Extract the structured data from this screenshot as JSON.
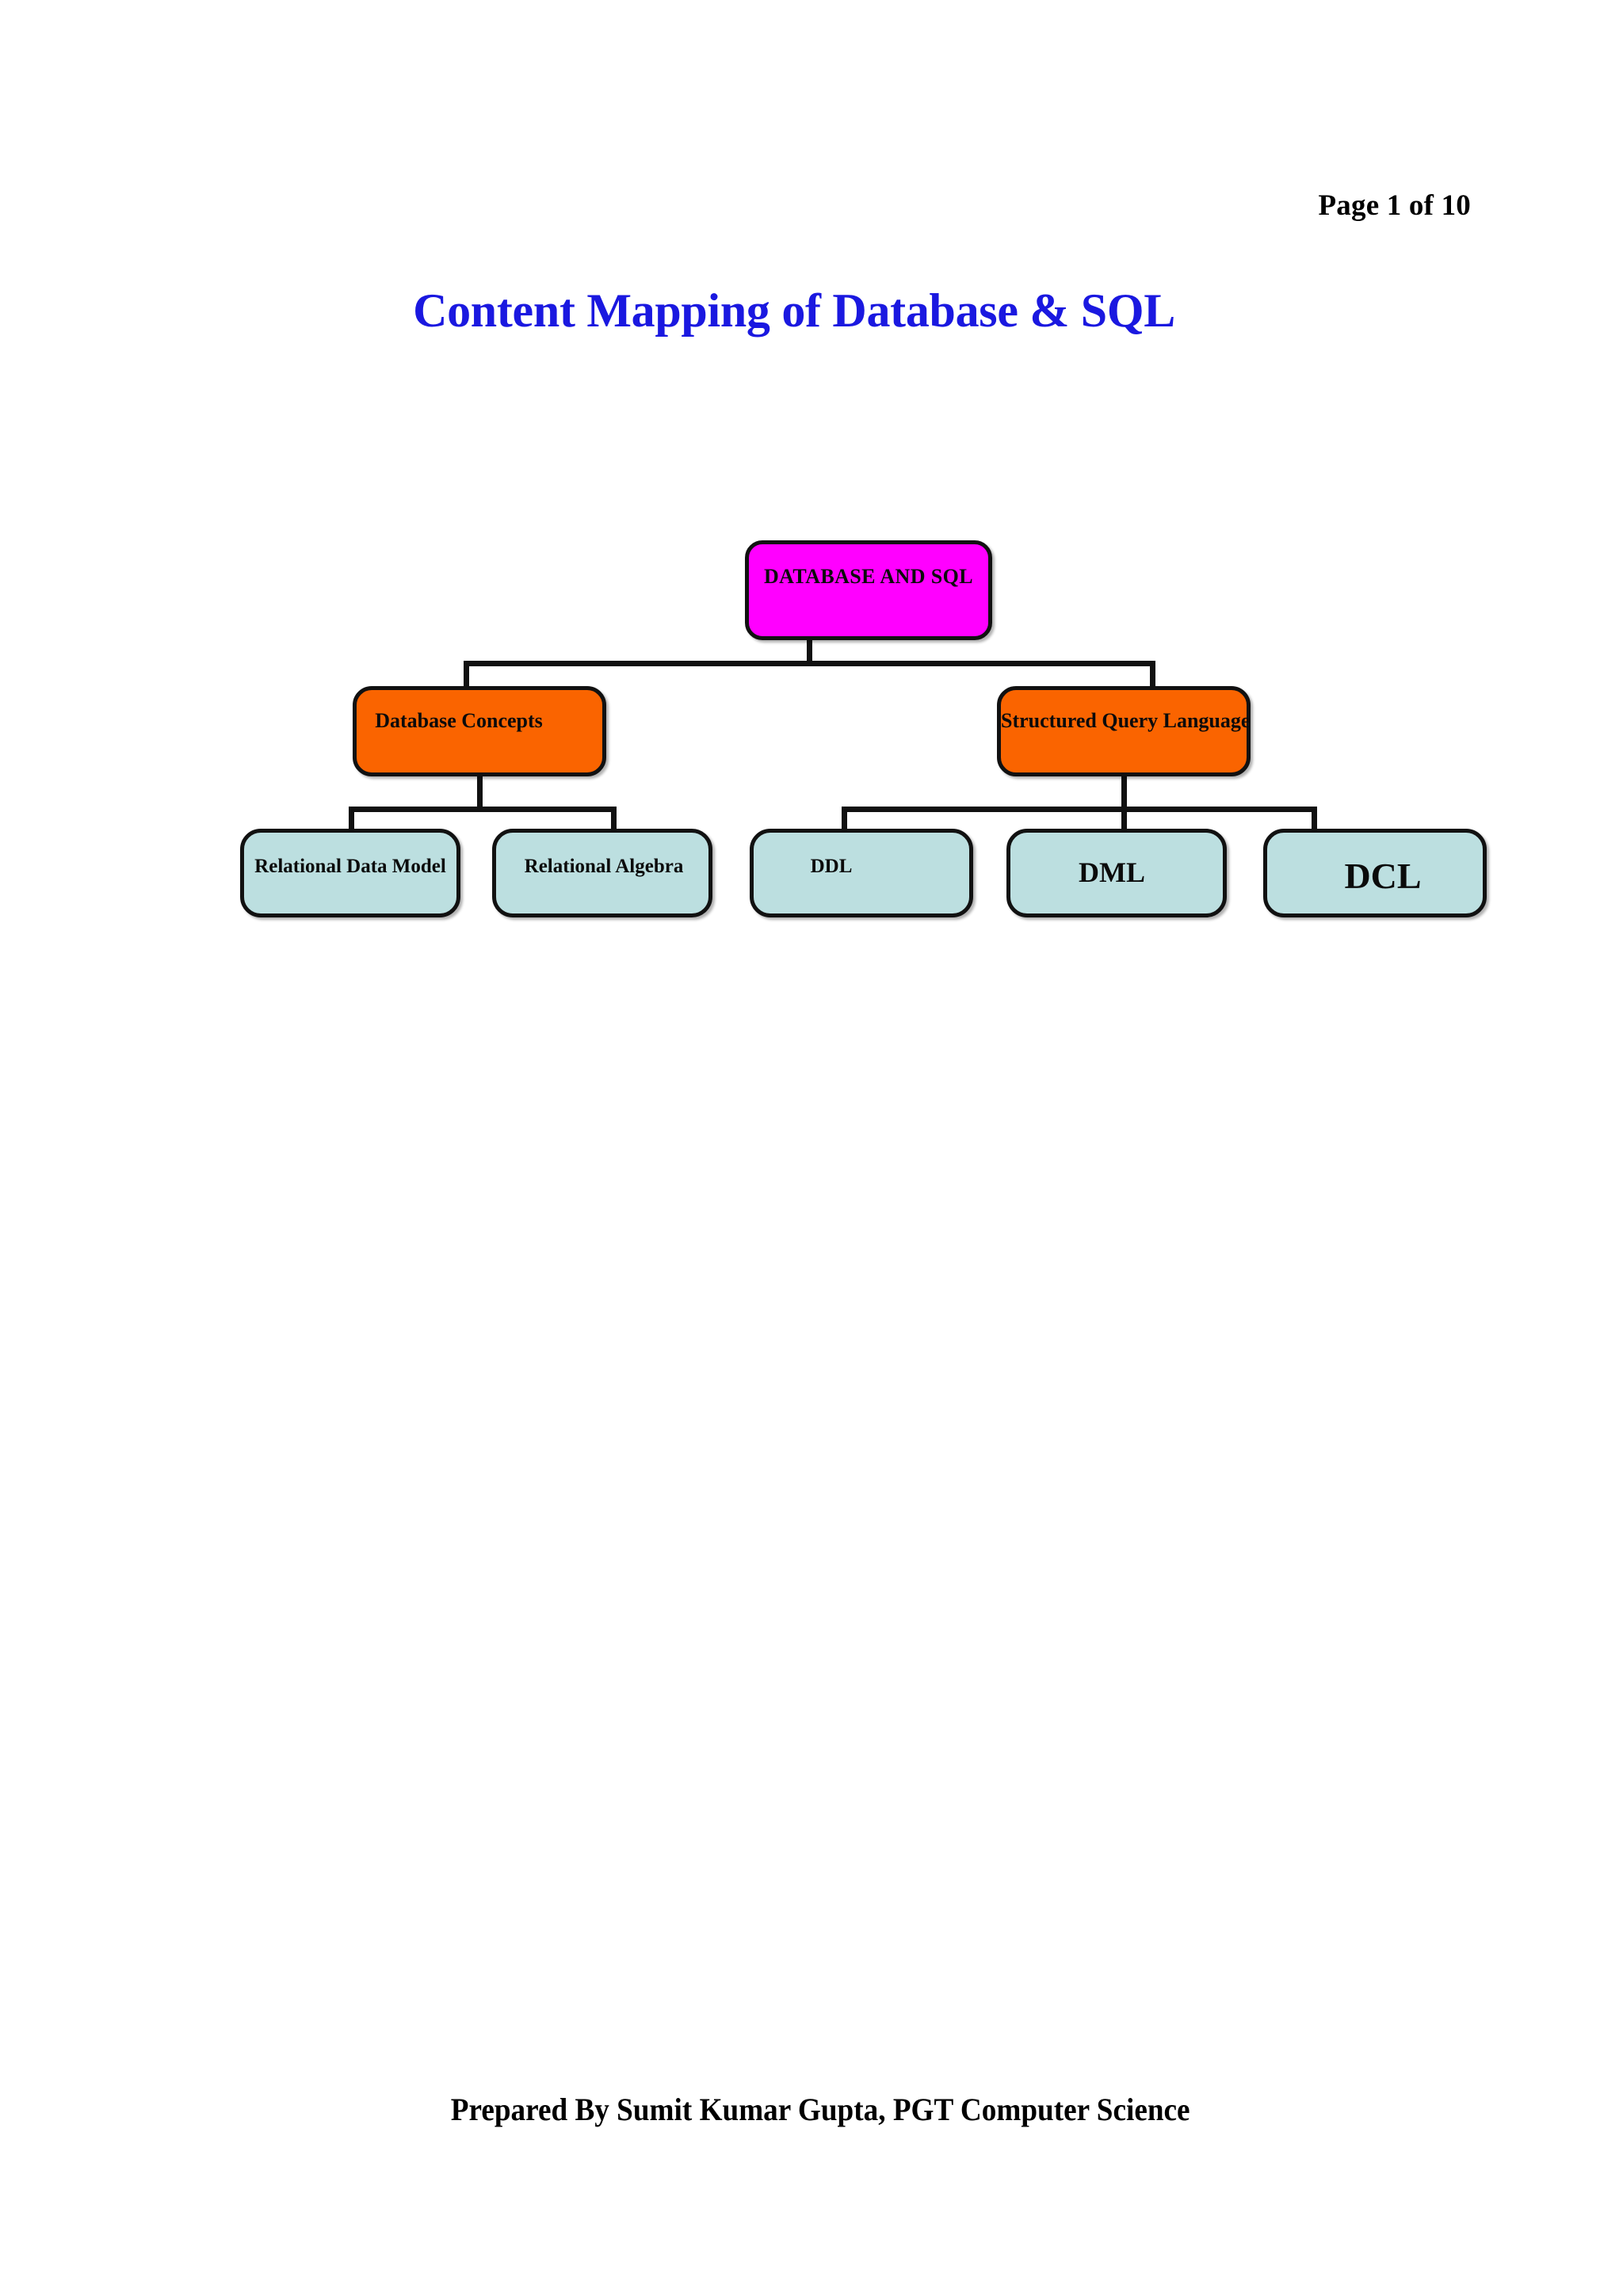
{
  "document": {
    "page_label": "Page 1 of 10",
    "title": "Content Mapping of Database & SQL",
    "footer": "Prepared By Sumit Kumar Gupta, PGT Computer Science"
  },
  "colors": {
    "title_blue": "#1a18e0",
    "root_magenta": "#ff00ff",
    "level2_orange": "#fa6400",
    "level3_cyan": "#bcdfe0",
    "connector_black": "#111111",
    "text_black": "#0b0b0b"
  },
  "chart_data": {
    "type": "diagram",
    "diagram_kind": "hierarchy-tree",
    "title": "Content Mapping of Database & SQL",
    "orientation": "top-down",
    "levels": 3,
    "nodes": [
      {
        "id": "root",
        "label": "DATABASE AND SQL",
        "level": 1,
        "fill": "#ff00ff",
        "parent": null
      },
      {
        "id": "dbc",
        "label": "Database Concepts",
        "level": 2,
        "fill": "#fa6400",
        "parent": "root"
      },
      {
        "id": "sql",
        "label": "Structured Query Language",
        "level": 2,
        "fill": "#fa6400",
        "parent": "root"
      },
      {
        "id": "rdm",
        "label": "Relational Data Model",
        "level": 3,
        "fill": "#bcdfe0",
        "parent": "dbc"
      },
      {
        "id": "ra",
        "label": "Relational Algebra",
        "level": 3,
        "fill": "#bcdfe0",
        "parent": "dbc"
      },
      {
        "id": "ddl",
        "label": "DDL",
        "level": 3,
        "fill": "#bcdfe0",
        "parent": "sql"
      },
      {
        "id": "dml",
        "label": "DML",
        "level": 3,
        "fill": "#bcdfe0",
        "parent": "sql"
      },
      {
        "id": "dcl",
        "label": "DCL",
        "level": 3,
        "fill": "#bcdfe0",
        "parent": "sql"
      }
    ],
    "edges": [
      {
        "from": "root",
        "to": "dbc"
      },
      {
        "from": "root",
        "to": "sql"
      },
      {
        "from": "dbc",
        "to": "rdm"
      },
      {
        "from": "dbc",
        "to": "ra"
      },
      {
        "from": "sql",
        "to": "ddl"
      },
      {
        "from": "sql",
        "to": "dml"
      },
      {
        "from": "sql",
        "to": "dcl"
      }
    ]
  }
}
